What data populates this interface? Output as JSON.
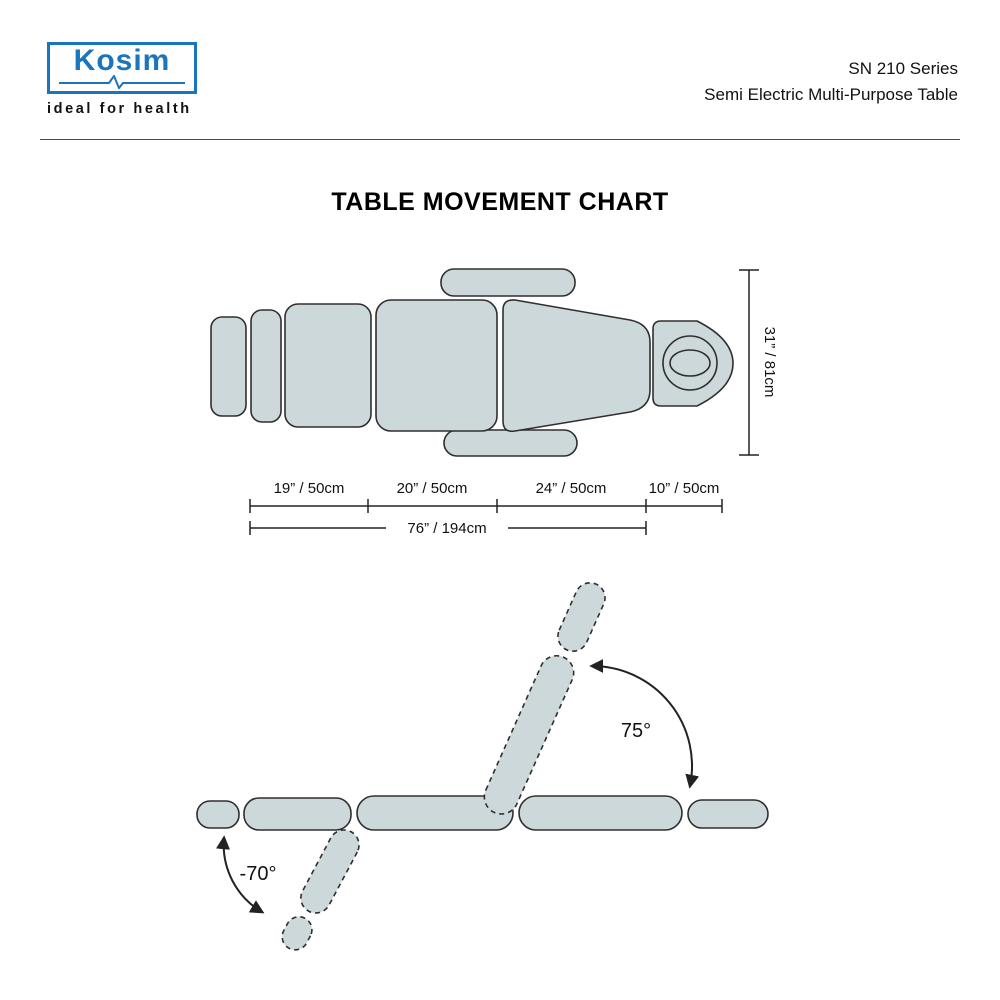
{
  "header": {
    "logo_text": "Kosim",
    "tagline": "ideal for health",
    "series": "SN 210 Series",
    "product": "Semi Electric Multi-Purpose Table"
  },
  "chart": {
    "title": "TABLE MOVEMENT CHART",
    "top_view": {
      "width_label": "31” / 81cm",
      "segments": [
        "19” / 50cm",
        "20” / 50cm",
        "24” / 50cm",
        "10” / 50cm"
      ],
      "total_length": "76” / 194cm"
    },
    "side_view": {
      "backrest_angle": "75°",
      "legrest_angle": "-70°"
    }
  },
  "colors": {
    "brand_blue": "#1b75bc",
    "section_fill": "#cdd8db",
    "outline": "#2f2f2f"
  }
}
